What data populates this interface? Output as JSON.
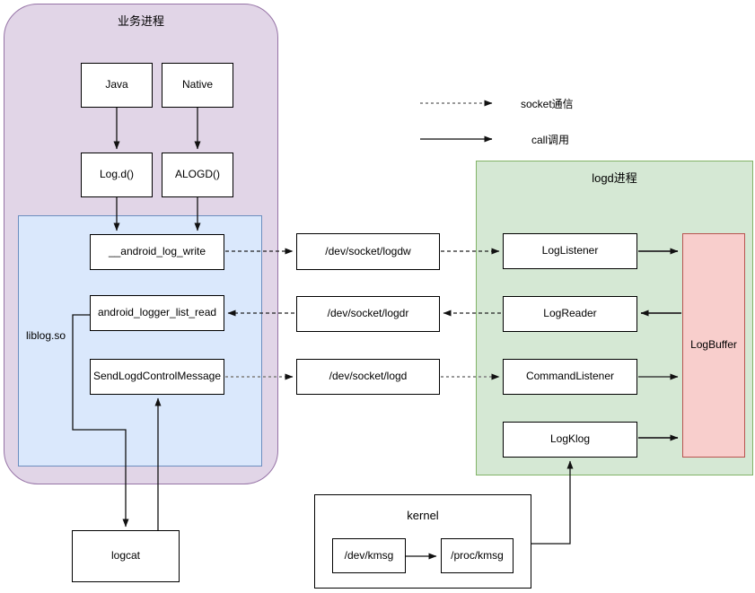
{
  "diagram": {
    "legend": {
      "socket": "socket通信",
      "call": "call调用"
    },
    "business": {
      "title": "业务进程",
      "java": "Java",
      "native": "Native",
      "log_d": "Log.d()",
      "alogd": "ALOGD()"
    },
    "liblog": {
      "label": "liblog.so",
      "android_log_write": "__android_log_write",
      "android_logger_list_read": "android_logger_list_read",
      "send_logd_control_message": "SendLogdControlMessage"
    },
    "sockets": {
      "logdw": "/dev/socket/logdw",
      "logdr": "/dev/socket/logdr",
      "logd": "/dev/socket/logd"
    },
    "logd_process": {
      "title": "logd进程",
      "log_listener": "LogListener",
      "log_reader": "LogReader",
      "command_listener": "CommandListener",
      "log_klog": "LogKlog",
      "log_buffer": "LogBuffer"
    },
    "kernel": {
      "title": "kernel",
      "dev_kmsg": "/dev/kmsg",
      "proc_kmsg": "/proc/kmsg"
    },
    "logcat": "logcat",
    "colors": {
      "business_fill": "#e1d5e7",
      "business_stroke": "#9673a6",
      "liblog_fill": "#dae8fc",
      "liblog_stroke": "#6c8ebf",
      "logd_fill": "#d5e8d4",
      "logd_stroke": "#82b366",
      "buffer_fill": "#f8cecc",
      "buffer_stroke": "#b85450"
    }
  }
}
